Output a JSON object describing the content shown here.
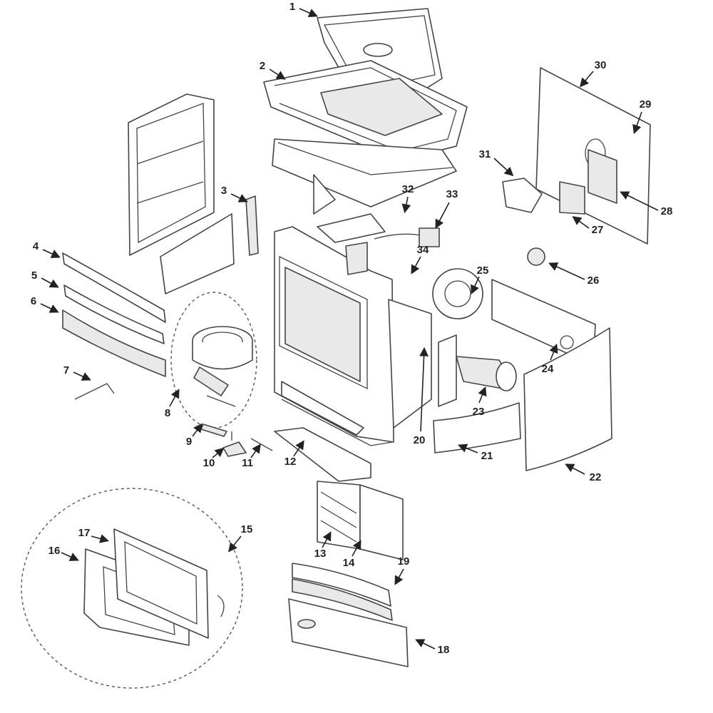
{
  "title": "Exploded parts diagram",
  "callouts": [
    "1",
    "2",
    "3",
    "4",
    "5",
    "6",
    "7",
    "8",
    "9",
    "10",
    "11",
    "12",
    "13",
    "14",
    "15",
    "16",
    "17",
    "18",
    "19",
    "20",
    "21",
    "22",
    "23",
    "24",
    "25",
    "26",
    "27",
    "28",
    "29",
    "30",
    "31",
    "32",
    "33",
    "34"
  ]
}
